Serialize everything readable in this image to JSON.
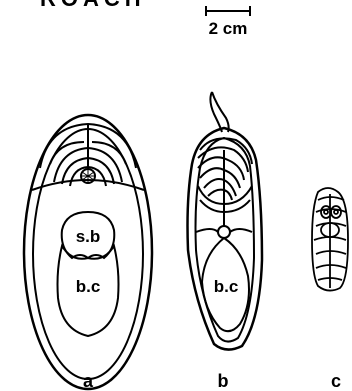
{
  "figure": {
    "title_partial": "ROACH",
    "scale_bar_label": "2 cm",
    "specimens": [
      {
        "letter": "a",
        "labels": [
          "s.b",
          "b.c"
        ]
      },
      {
        "letter": "b",
        "labels": [
          "b.c"
        ]
      },
      {
        "letter": "c",
        "labels": []
      }
    ]
  }
}
